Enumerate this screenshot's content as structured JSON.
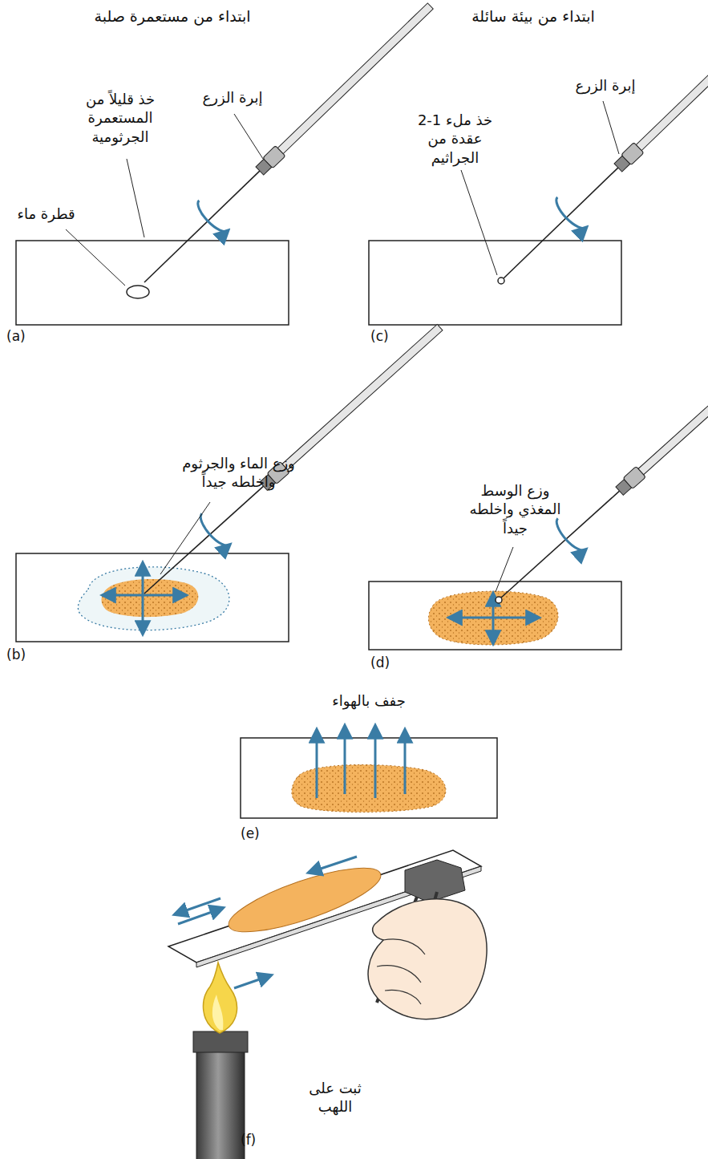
{
  "diagram": {
    "labels": [
      "ابتداء من مستعمرة صلبة",
      "ابتداء من بيئة سائلة",
      "إبرة الزرع",
      "خذ قليلاً من المستعمرة الجرثومية",
      "قطرة ماء",
      "(a)",
      "إبرة الزرع",
      "خذ ملء 1-2 عقدة من الجراثيم",
      "(c)",
      "وزع الماء والجرثوم واخلطه جيداً",
      "(b)",
      "وزع الوسط المغذي واخلطه جيداً",
      "(d)",
      "جفف بالهواء",
      "(e)",
      "ثبت على اللهب",
      "(f)"
    ]
  }
}
